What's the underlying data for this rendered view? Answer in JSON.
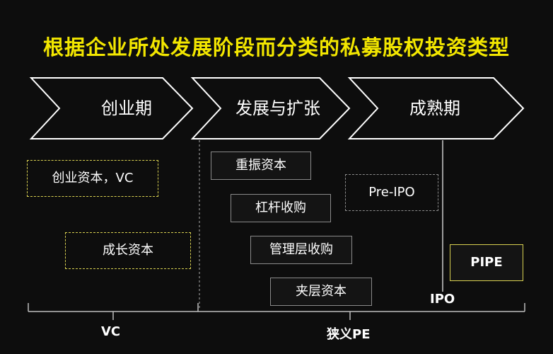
{
  "title": "根据企业所处发展阶段而分类的私募股权投资类型",
  "stages": [
    "创业期",
    "发展与扩张",
    "成熟期"
  ],
  "boxes": {
    "startup_vc": "创业资本，VC",
    "growth": "成长资本",
    "restructure": "重振资本",
    "lbo": "杠杆收购",
    "mbo": "管理层收购",
    "mezzanine": "夹层资本",
    "pre_ipo": "Pre-IPO",
    "pipe": "PIPE"
  },
  "markers": {
    "ipo": "IPO"
  },
  "brackets": {
    "vc": "VC",
    "narrow_pe": "狭义PE"
  },
  "colors": {
    "title": "#f2e600",
    "dashed_border": "#d8d050",
    "background": "#0d0d0d"
  }
}
